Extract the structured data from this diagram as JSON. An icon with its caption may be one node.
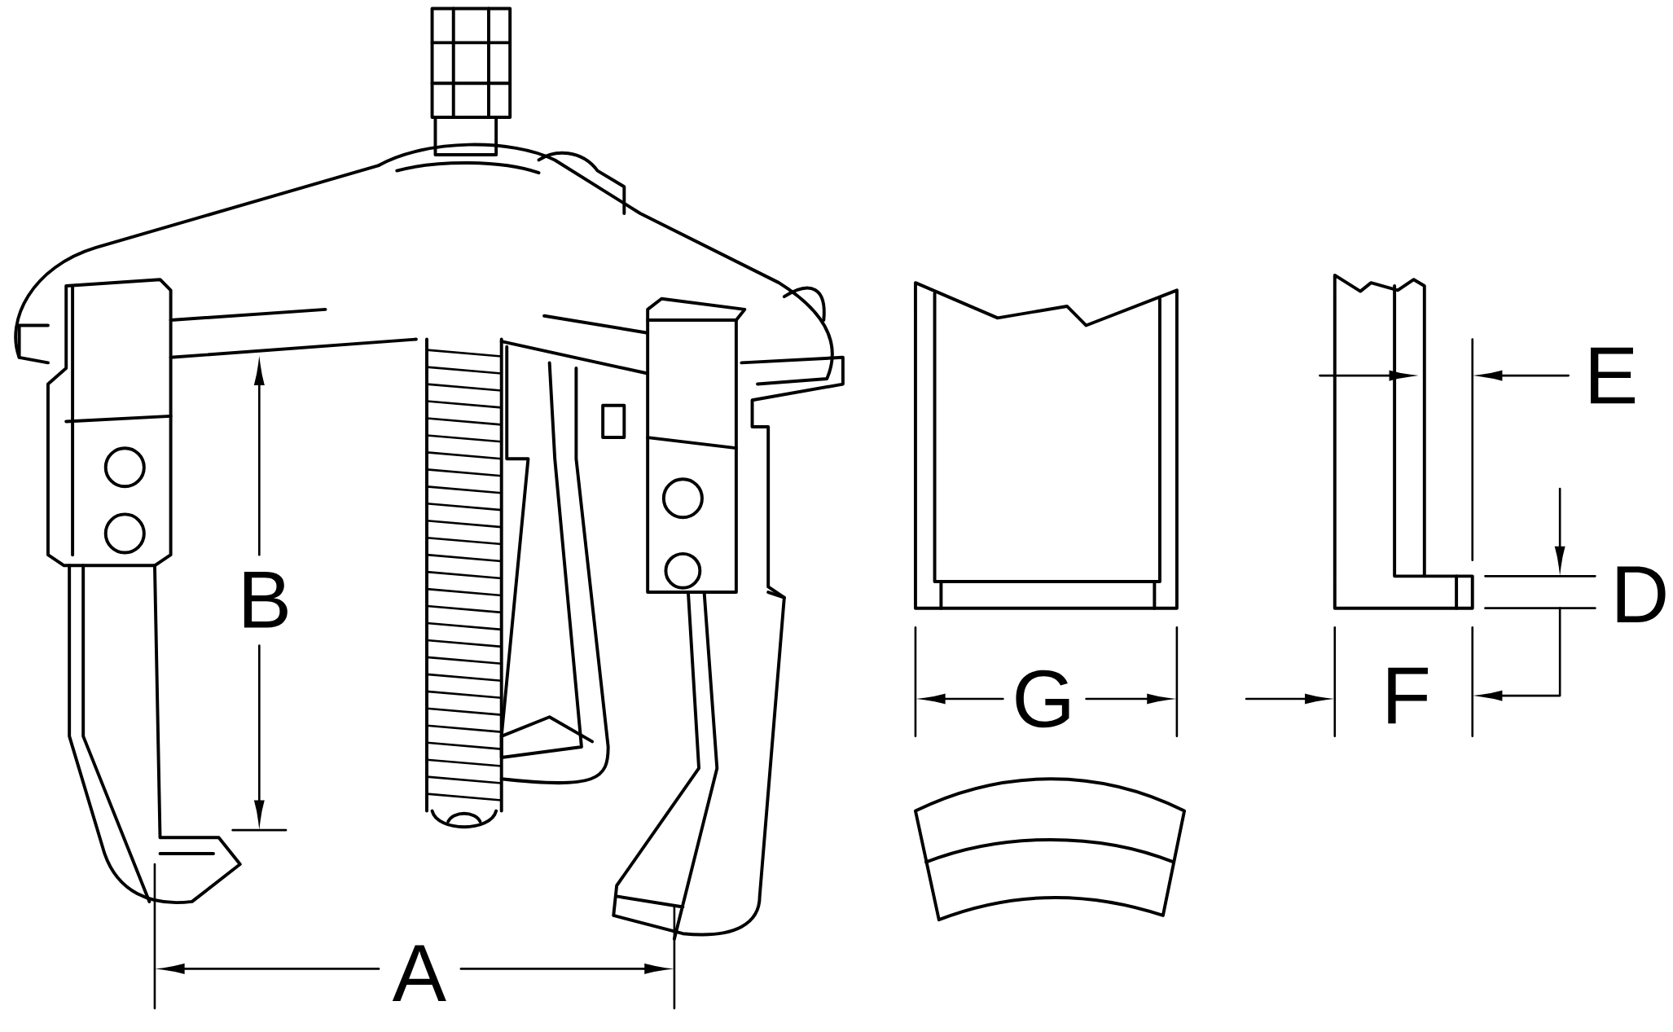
{
  "diagram": {
    "labels": [
      "E",
      "B",
      "D",
      "G",
      "F",
      "A"
    ]
  }
}
